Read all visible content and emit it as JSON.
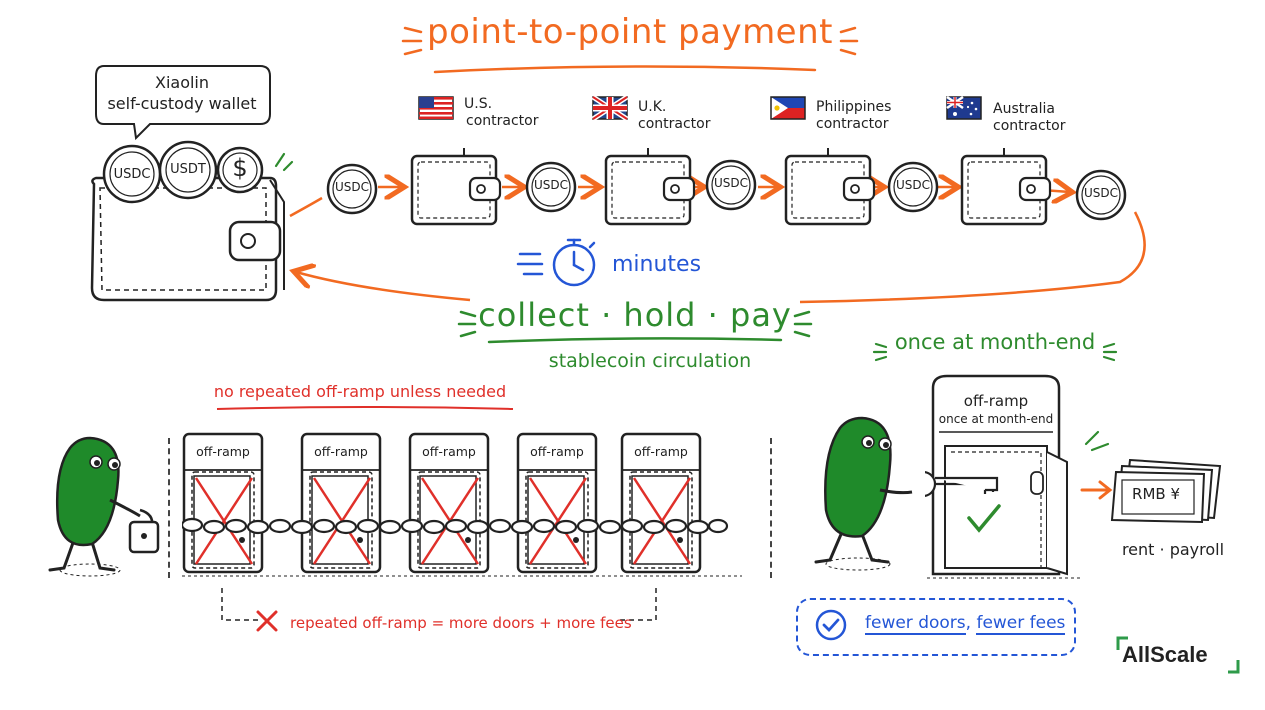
{
  "title": "point-to-point payment",
  "wallet_label": [
    "Xiaolin",
    "self-custody wallet"
  ],
  "source_coins": [
    "USDC",
    "USDT",
    "$"
  ],
  "chain_coin": "USDC",
  "contractors": [
    {
      "country": "U.S.",
      "role": "contractor",
      "flag": "us-flag"
    },
    {
      "country": "U.K.",
      "role": "contractor",
      "flag": "uk-flag"
    },
    {
      "country": "Philippines",
      "role": "contractor",
      "flag": "philippines-flag"
    },
    {
      "country": "Australia",
      "role": "contractor",
      "flag": "australia-flag"
    }
  ],
  "timer_label": "minutes",
  "circulation": {
    "main": "collect · hold · pay",
    "sub": "stablecoin circulation"
  },
  "repeated": {
    "warning": "no repeated off-ramp unless needed",
    "door_label": "off-ramp",
    "door_count": 5,
    "note": "repeated off-ramp = more doors + more fees"
  },
  "single": {
    "heading": "once at month-end",
    "door_title": "off-ramp",
    "door_sub": "once at month-end",
    "cash_label": "RMB ¥",
    "destination": "rent · payroll",
    "benefit": [
      "fewer doors",
      "fewer fees"
    ]
  },
  "brand": "AllScale",
  "colors": {
    "accent_orange": "#f26a21",
    "green": "#2e8b2e",
    "blue": "#2456d6",
    "red": "#e0302a",
    "character_green": "#1f8a2a"
  }
}
